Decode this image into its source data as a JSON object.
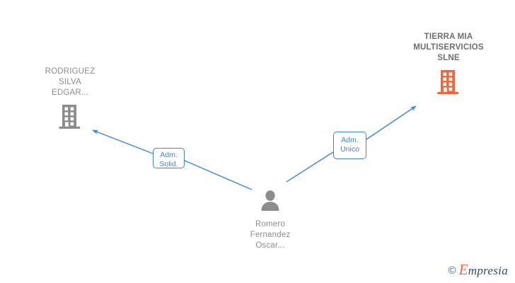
{
  "graph": {
    "background_color": "#ffffff",
    "edge_color": "#3d85d8",
    "nodes": [
      {
        "id": "company-left",
        "type": "company",
        "icon": "building-icon",
        "icon_color": "#8c8c8c",
        "label": "RODRIGUEZ\nSILVA\nEDGAR...",
        "label_color": "#8c8c8c",
        "label_position": "above"
      },
      {
        "id": "company-right",
        "type": "company",
        "icon": "building-icon",
        "icon_color": "#f4663a",
        "label": "TIERRA MIA\nMULTISERVICIOS\nSLNE",
        "label_color": "#6e6e6e",
        "label_position": "above"
      },
      {
        "id": "person",
        "type": "person",
        "icon": "person-icon",
        "icon_color": "#8c8c8c",
        "label": "Romero\nFernandez\nOscar...",
        "label_color": "#8c8c8c",
        "label_position": "below"
      }
    ],
    "edges": [
      {
        "id": "edge-left",
        "from": "person",
        "to": "company-left",
        "label": "Adm.\nSolid.",
        "color": "#3d85d8",
        "arrowhead": "to"
      },
      {
        "id": "edge-right",
        "from": "person",
        "to": "company-right",
        "label": "Adm.\nUnico",
        "color": "#3d85d8",
        "arrowhead": "to"
      }
    ]
  },
  "watermark": {
    "copyright": "©",
    "brand_initial": "E",
    "brand_rest": "mpresia",
    "initial_color": "#f4663a",
    "text_color": "#3b4a5a"
  }
}
